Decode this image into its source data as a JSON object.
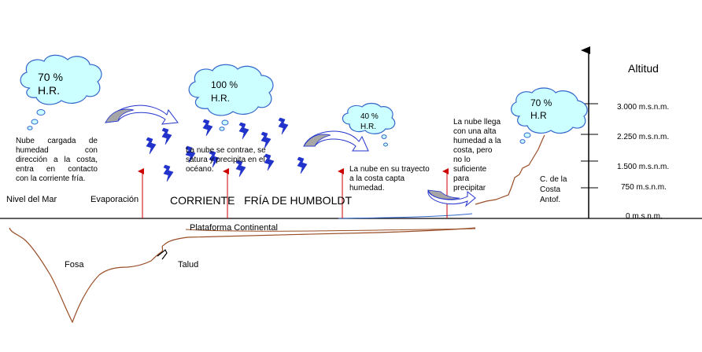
{
  "clouds": {
    "c1": {
      "line1": "70 %",
      "line2": "H.R."
    },
    "c2": {
      "line1": "100 %",
      "line2": "H.R."
    },
    "c3": {
      "line1": "40 %",
      "line2": "H.R."
    },
    "c4": {
      "line1": "70 %",
      "line2": "H.R"
    }
  },
  "texts": {
    "nube_cargada": [
      "Nube cargada de",
      "humedad con",
      "dirección a la costa,",
      "entra en contacto",
      "con la corriente fría."
    ],
    "nube_contrae": [
      "La nube se contrae, se",
      "satura y precipita en el",
      "océano."
    ],
    "nube_trayecto": [
      "La nube en su trayecto",
      "a la costa capta",
      "humedad."
    ],
    "nube_llega": [
      "La nube llega",
      "con una alta",
      "humedad a la",
      "costa, pero",
      "no lo",
      "suficiente",
      "para",
      "precipitar"
    ],
    "costa": [
      "C. de la",
      "Costa",
      "Antof."
    ]
  },
  "labels": {
    "nivel_mar": "Nivel del Mar",
    "evaporacion": "Evaporación",
    "corriente": "CORRIENTE   FRÍA DE HUMBOLDT",
    "plataforma": "Plataforma Continental",
    "fosa": "Fosa",
    "talud": "Talud",
    "altitud": "Altitud"
  },
  "altitudes": [
    "3.000 m.s.n.m.",
    "2.250 m.s.n.m.",
    "1.500 m.s.n.m.",
    "750 m.s.n.m.",
    "0 m.s.n.m."
  ],
  "colors": {
    "cloud_fill": "#ccffff",
    "cloud_stroke": "#3366cc",
    "lightning": "#2233cc",
    "arrow_red": "#cc0000",
    "ground": "#994d26",
    "nivel_mar_text": "#0000cc",
    "evaporacion_text": "#cc0000",
    "corriente_text": "#1f1fb3",
    "swirl_fill": "#a6a6a6"
  }
}
